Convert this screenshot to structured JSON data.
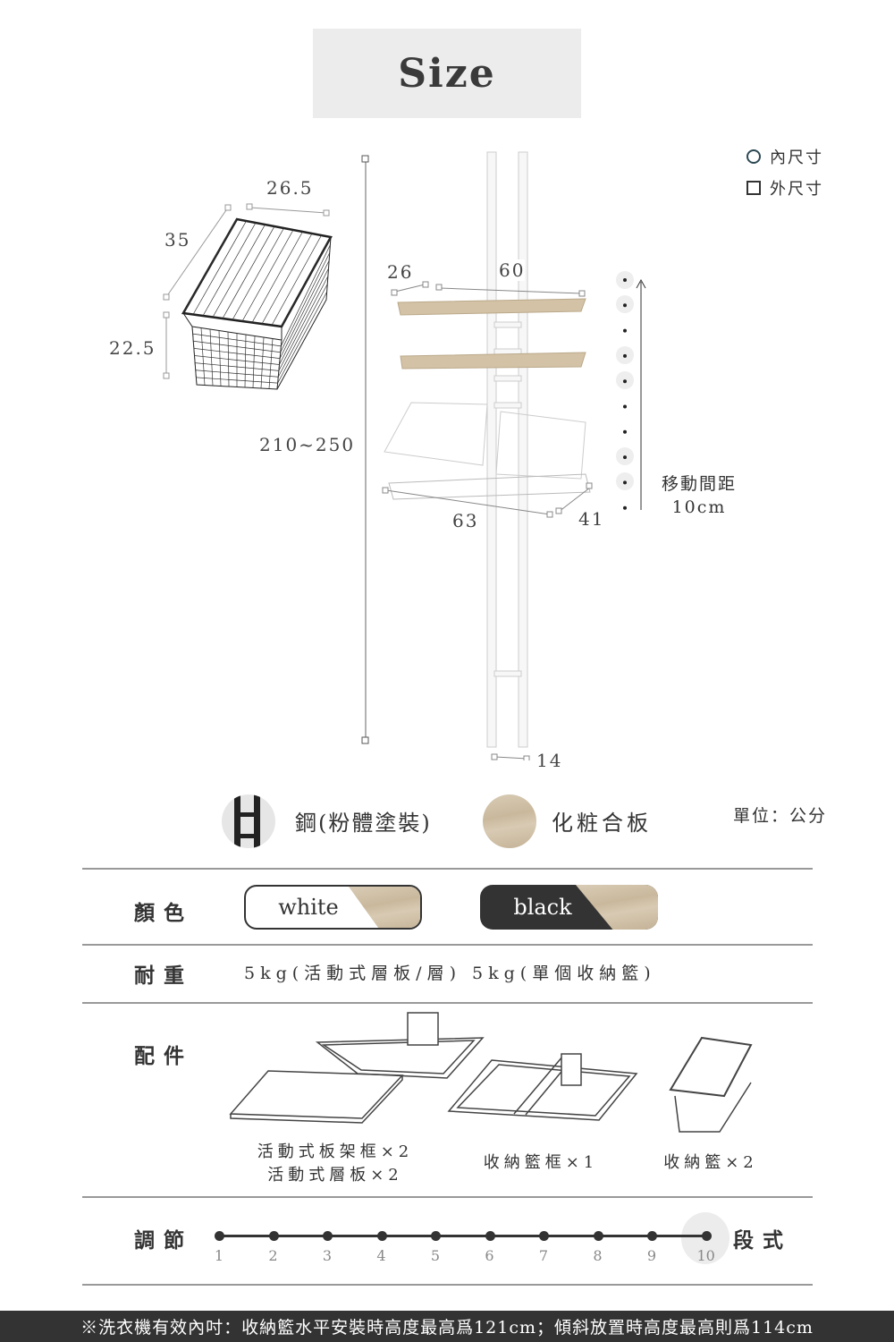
{
  "title": "Size",
  "legend": {
    "inner": "內尺寸",
    "outer": "外尺寸"
  },
  "basket_dims": {
    "width": "26.5",
    "depth": "35",
    "height": "22.5"
  },
  "rack_dims": {
    "total_height": "210~250",
    "shelf_depth": "26",
    "shelf_width": "60",
    "basket_frame_width": "63",
    "basket_frame_depth": "41",
    "foot": "14"
  },
  "spacing": {
    "label": "移動間距",
    "value": "10cm"
  },
  "materials": [
    {
      "name": "鋼(粉體塗裝)"
    },
    {
      "name": "化粧合板"
    }
  ],
  "unit": "單位：公分",
  "colors": {
    "label": "顏色",
    "options": [
      {
        "name": "white",
        "swatch": "#ffffff"
      },
      {
        "name": "black",
        "swatch": "#333333"
      }
    ]
  },
  "load": {
    "label": "耐重",
    "text": "5kg(活動式層板/層) 5kg(單個收納籃)"
  },
  "accessories": {
    "label": "配件",
    "items": [
      {
        "line1": "活動式板架框×2",
        "line2": "活動式層板×2"
      },
      {
        "line1": "收納籃框×1"
      },
      {
        "line1": "收納籃×2"
      }
    ]
  },
  "adjust": {
    "label": "調節",
    "steps": [
      "1",
      "2",
      "3",
      "4",
      "5",
      "6",
      "7",
      "8",
      "9",
      "10"
    ],
    "selected": 10,
    "suffix": "段式"
  },
  "footer": "※洗衣機有效內吋：收納籃水平安裝時高度最高爲121cm；傾斜放置時高度最高則爲114cm"
}
